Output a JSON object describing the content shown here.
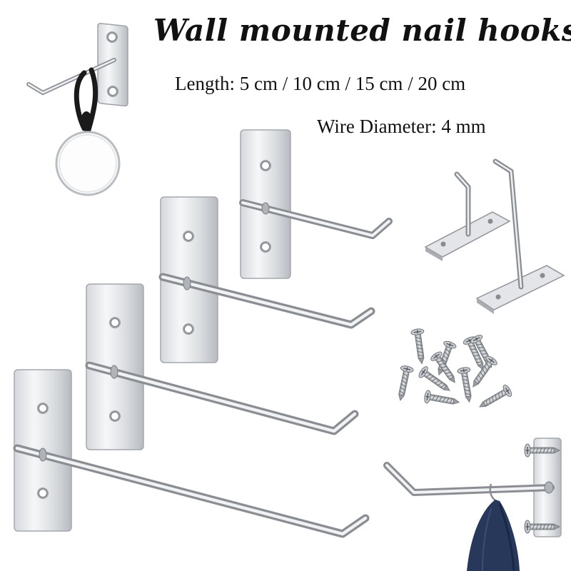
{
  "title": "Wall mounted nail hooks",
  "specs": {
    "length": "Length: 5 cm / 10 cm / 15 cm / 20 cm",
    "wire_diameter": "Wire Diameter: 4 mm"
  },
  "hook_sizes": [
    "5 cm",
    "10 cm",
    "15 cm",
    "20 cm"
  ],
  "colors": {
    "steel_light": "#eef0f2",
    "steel_mid": "#c9ccd0",
    "steel_dark": "#8e9297",
    "strap": "#1a1a1a",
    "fabric": "#27385a"
  }
}
